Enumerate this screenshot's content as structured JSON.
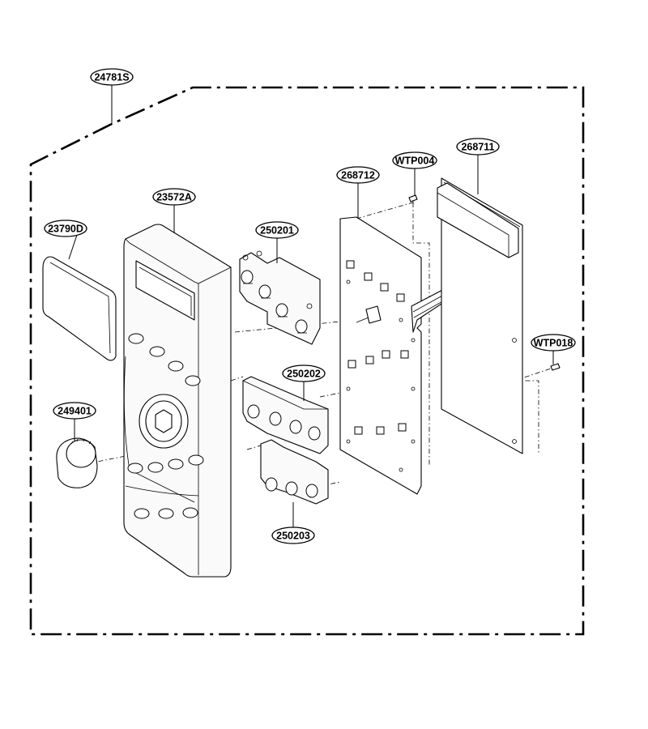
{
  "diagram": {
    "callouts": [
      {
        "id": "assembly",
        "label": "24781S"
      },
      {
        "id": "display-window",
        "label": "23790D"
      },
      {
        "id": "control-panel",
        "label": "23572A"
      },
      {
        "id": "knob",
        "label": "249401"
      },
      {
        "id": "button-set-upper",
        "label": "250201"
      },
      {
        "id": "button-set-middle",
        "label": "250202"
      },
      {
        "id": "button-set-lower",
        "label": "250203"
      },
      {
        "id": "pcb-main",
        "label": "268712"
      },
      {
        "id": "screw-upper",
        "label": "WTP004"
      },
      {
        "id": "pcb-display",
        "label": "268711"
      },
      {
        "id": "screw-lower",
        "label": "WTP018"
      }
    ]
  }
}
